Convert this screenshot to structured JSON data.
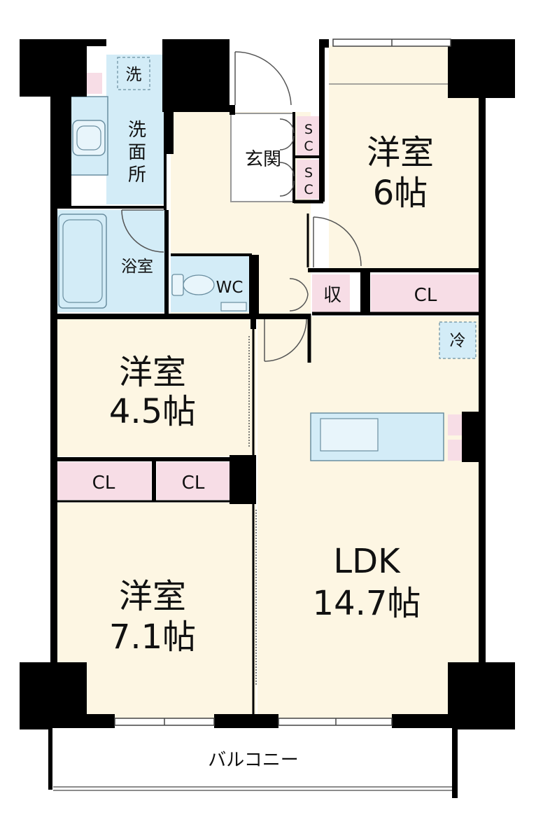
{
  "rooms": {
    "western_6": {
      "name": "洋室",
      "size": "6帖"
    },
    "western_45": {
      "name": "洋室",
      "size": "4.5帖"
    },
    "western_71": {
      "name": "洋室",
      "size": "7.1帖"
    },
    "ldk": {
      "name": "LDK",
      "size": "14.7帖"
    },
    "entrance": "玄関",
    "washroom": [
      "洗",
      "面",
      "所"
    ],
    "bathroom": "浴室",
    "wc": "WC",
    "storage": "収",
    "balcony": "バルコニー"
  },
  "fixtures": {
    "washer": "洗",
    "fridge": "冷",
    "shoe_cabinet_1": [
      "S",
      "C"
    ],
    "shoe_cabinet_2": [
      "S",
      "C"
    ],
    "closet_6": "CL",
    "closet_45_left": "CL",
    "closet_45_right": "CL"
  },
  "colors": {
    "wall": "#000000",
    "floor_room": "#fdf6e3",
    "wet_area": "#d3ecf7",
    "closet": "#f7dde6",
    "outside": "#ffffff"
  }
}
